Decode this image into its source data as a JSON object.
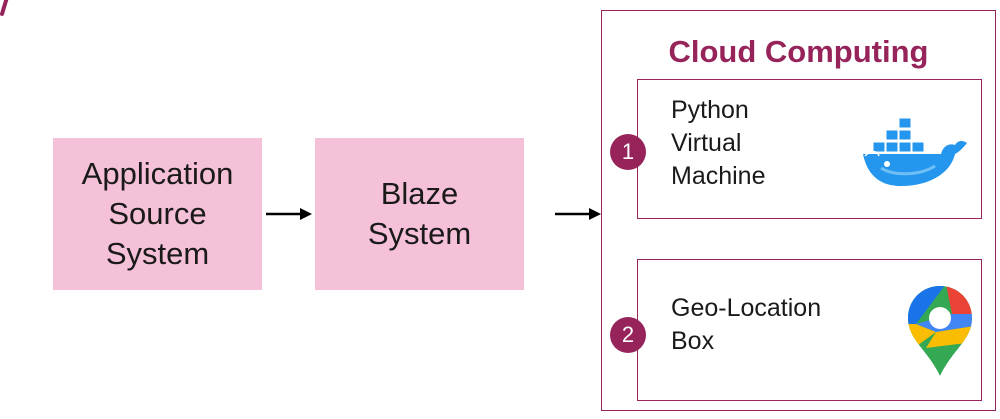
{
  "source_box": {
    "lines": [
      "Application",
      "Source",
      "System"
    ]
  },
  "blaze_box": {
    "lines": [
      "Blaze",
      "System"
    ]
  },
  "cloud": {
    "title": "Cloud Computing",
    "items": [
      {
        "number": "1",
        "lines": [
          "Python",
          "Virtual",
          "Machine"
        ],
        "icon": "docker-whale-icon"
      },
      {
        "number": "2",
        "lines": [
          "Geo-Location",
          "Box"
        ],
        "icon": "map-pin-icon"
      }
    ]
  },
  "colors": {
    "accent": "#96245a",
    "box_fill": "#f5c1d9",
    "text": "#1a1a1a"
  }
}
